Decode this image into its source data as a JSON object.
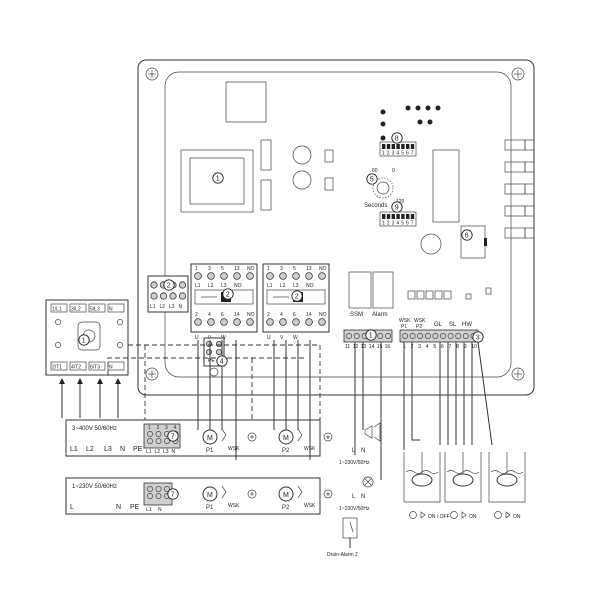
{
  "callouts": [
    "1",
    "2",
    "3",
    "4",
    "5",
    "6",
    "7",
    "8",
    "9"
  ],
  "board": {
    "seconds_label": "Seconds",
    "dial_ticks": [
      "60",
      "0",
      "120"
    ],
    "dip_digits": [
      "1",
      "2",
      "3",
      "4",
      "5",
      "6",
      "7"
    ],
    "ssm_label": "SSM",
    "alarm_label": "Alarm",
    "wsk1_label": "WSK",
    "wsk1_sub": "P1",
    "wsk2_label": "WSK",
    "wsk2_sub": "P2",
    "gl_label": "GL",
    "sl_label": "SL",
    "hw_label": "HW",
    "terminals_ssm": [
      "11",
      "12",
      "13"
    ],
    "terminals_alarm": [
      "14",
      "15",
      "16"
    ],
    "terminals_right": [
      "1",
      "2",
      "3",
      "4",
      "5",
      "6",
      "7",
      "8",
      "9",
      "10"
    ]
  },
  "contactors": {
    "top_labels": [
      "1",
      "3",
      "5",
      "13",
      "NO"
    ],
    "mid_labels": [
      "L1",
      "L2",
      "L3",
      "NO"
    ],
    "bot_labels": [
      "2",
      "4",
      "6",
      "14",
      "NO"
    ],
    "term_block": [
      "L1",
      "L2",
      "L3",
      "N"
    ],
    "motor_terms": [
      "U",
      "V",
      "W"
    ],
    "pe": "PE"
  },
  "switch": {
    "top": [
      "1/L1",
      "3/L2",
      "5/L3",
      "N"
    ],
    "bottom": [
      "2/T1",
      "4/T2",
      "6/T3",
      "N"
    ]
  },
  "supply3": {
    "label": "3~400V 50/60Hz",
    "terminals": [
      "L1",
      "L2",
      "L3",
      "N",
      "PE"
    ],
    "block_nums": [
      "1",
      "2",
      "3",
      "4"
    ],
    "block_labels": [
      "L1",
      "L2",
      "L3",
      "N"
    ]
  },
  "supply1": {
    "label": "1~230V 50/60Hz",
    "terminals": [
      "L",
      "N",
      "PE"
    ],
    "block_labels": [
      "L1",
      "N"
    ]
  },
  "pumps": {
    "p1": "P1",
    "p2": "P2",
    "wsk": "WSK",
    "motor": "M"
  },
  "alarms": {
    "ssm_out": [
      "L",
      "N"
    ],
    "ssm_supply": "1~230V/50Hz",
    "alarm_out": [
      "L",
      "N"
    ],
    "alarm_supply": "1~230V/50Hz",
    "drain": "Drain-Alarm 2"
  },
  "floats": {
    "gl_label": "ON / OFF",
    "sl_label": "ON",
    "hw_label": "ON"
  }
}
